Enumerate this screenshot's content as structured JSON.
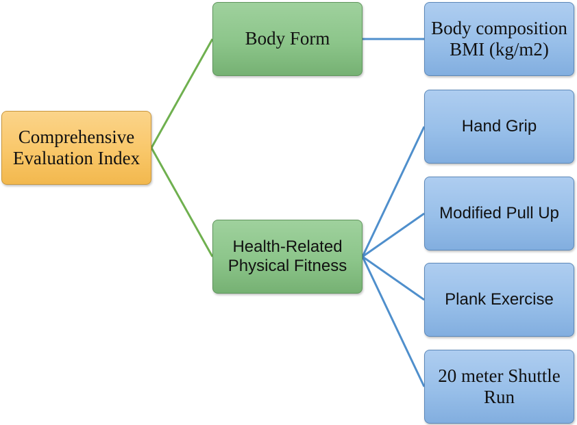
{
  "colors": {
    "root_fill": "#f9c769",
    "category_fill": "#8cc58a",
    "leaf_fill": "#98bfe9",
    "green_connector": "#6fb04f",
    "blue_connector": "#4f8fcc"
  },
  "root": {
    "label": "Comprehensive Evaluation Index"
  },
  "categories": [
    {
      "label": "Body Form",
      "children": [
        {
          "label": "Body composition BMI (kg/m2)"
        }
      ]
    },
    {
      "label": "Health-Related Physical Fitness",
      "children": [
        {
          "label": "Hand Grip"
        },
        {
          "label": "Modified Pull Up"
        },
        {
          "label": "Plank Exercise"
        },
        {
          "label": "20 meter Shuttle Run"
        }
      ]
    }
  ]
}
